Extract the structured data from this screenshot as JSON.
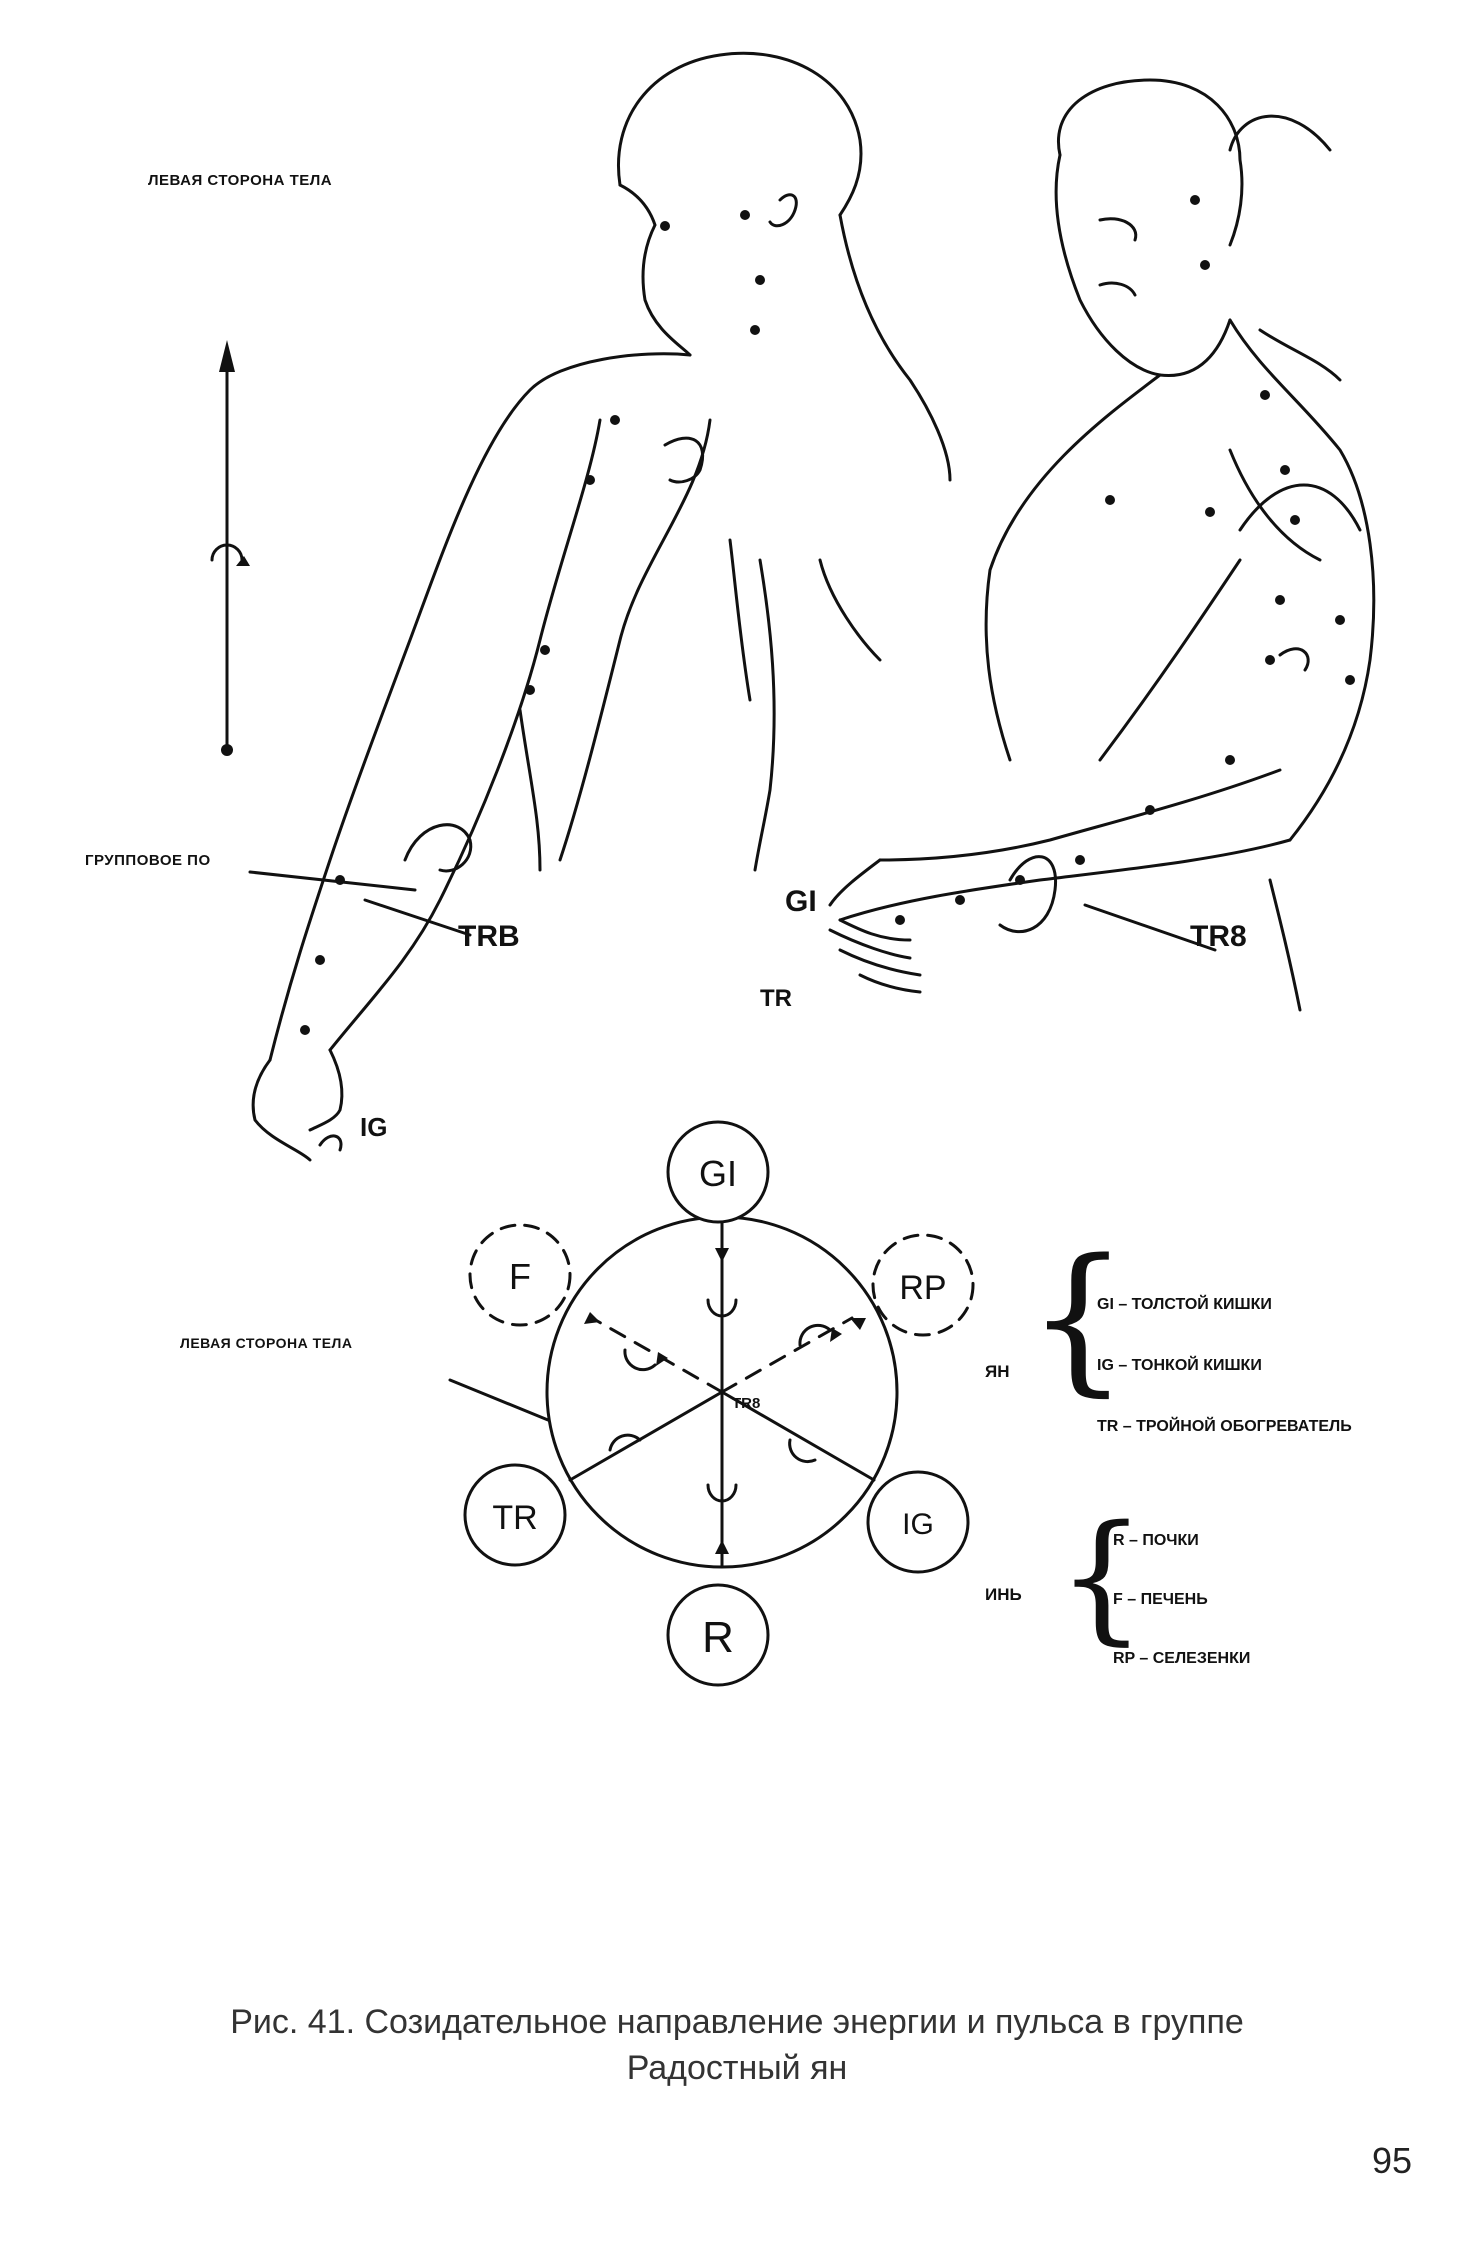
{
  "labels": {
    "left_side_top": "ЛЕВАЯ СТОРОНА ТЕЛА",
    "group_point": "ГРУППОВОЕ ПО",
    "trb_left": "TRB",
    "tr8_right": "TR8",
    "gi_hand": "GI",
    "tr_hand": "TR",
    "ig_hand": "IG",
    "left_side_diagram": "ЛЕВАЯ СТОРОНА ТЕЛА",
    "center": "TR8"
  },
  "nodes": {
    "gi": "GI",
    "f": "F",
    "rp": "RP",
    "tr": "TR",
    "ig": "IG",
    "r": "R"
  },
  "legend": {
    "yang_label": "ЯН",
    "yin_label": "ИНЬ",
    "yang_items": [
      "GI – ТОЛСТОЙ КИШКИ",
      "IG – ТОНКОЙ КИШКИ",
      "TR – ТРОЙНОЙ ОБОГРЕВАТЕЛЬ"
    ],
    "yin_items": [
      "R – ПОЧКИ",
      "F – ПЕЧЕНЬ",
      "RP – СЕЛЕЗЕНКИ"
    ]
  },
  "caption": {
    "line1": "Рис. 41. Созидательное направление энергии и пульса в группе",
    "line2": "Радостный ян"
  },
  "page_number": "95"
}
